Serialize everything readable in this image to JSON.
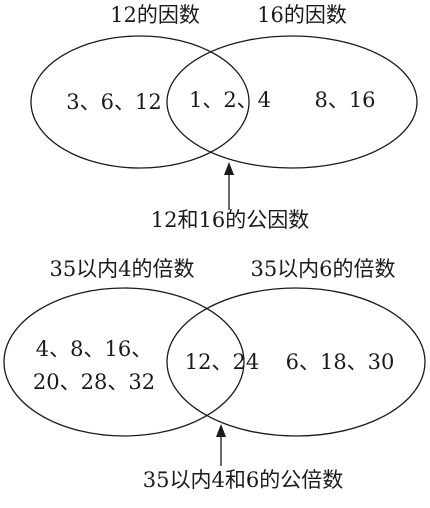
{
  "diagrams": [
    {
      "left_title": "12的因数",
      "right_title": "16的因数",
      "left_only": [
        "3、6、12"
      ],
      "intersection": [
        "1、2、4"
      ],
      "right_only": [
        "8、16"
      ],
      "caption": "12和16的公因数"
    },
    {
      "left_title": "35以内4的倍数",
      "right_title": "35以内6的倍数",
      "left_only": [
        "4、8、16、",
        "20、28、32"
      ],
      "intersection": [
        "12、24"
      ],
      "right_only": [
        "6、18、30"
      ],
      "caption": "35以内4和6的公倍数"
    }
  ],
  "colors": {
    "ink": "#1a1a1a",
    "background": "#ffffff"
  }
}
